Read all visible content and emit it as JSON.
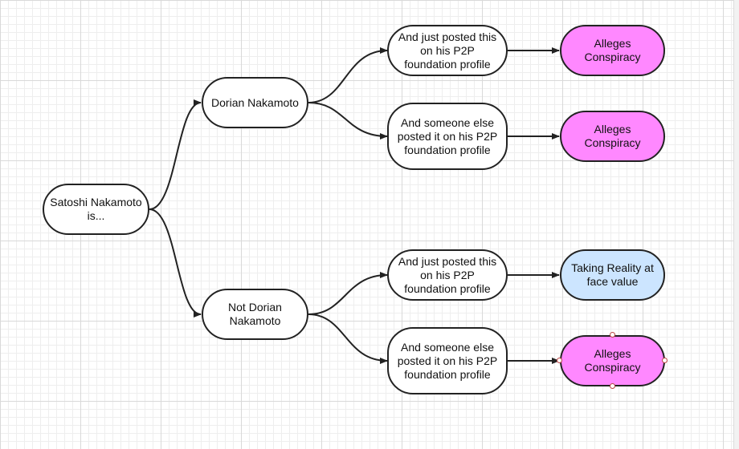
{
  "nodes": {
    "root": "Satoshi Nakamoto is...",
    "dorian": "Dorian Nakamoto",
    "not_dorian": "Not Dorian Nakamoto",
    "d_posted": "And just posted this on his P2P foundation profile",
    "d_someone": "And someone else posted it on his P2P foundation profile",
    "nd_posted": "And just posted this on his P2P foundation profile",
    "nd_someone": "And someone else posted it on his P2P foundation profile",
    "out1": "Alleges Conspiracy",
    "out2": "Alleges Conspiracy",
    "out3": "Taking Reality at face value",
    "out4": "Alleges Conspiracy"
  },
  "colors": {
    "conspiracy": "#ff88ff",
    "reality": "#cce5ff",
    "stroke": "#222222"
  }
}
